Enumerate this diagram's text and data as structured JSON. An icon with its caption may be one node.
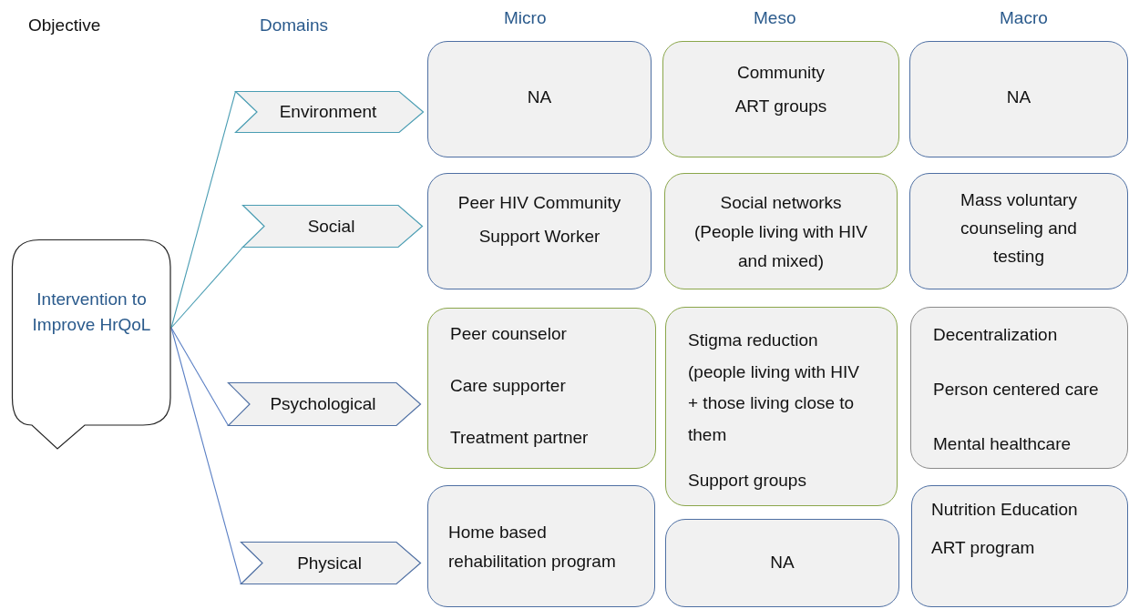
{
  "diagram": {
    "nodes": [
      {
        "text": [
          "Intervention to Improve HrQoL"
        ]
      },
      {
        "text": [
          "Environment"
        ]
      },
      {
        "text": [
          "Social"
        ]
      },
      {
        "text": [
          "Psychological"
        ]
      },
      {
        "text": [
          "Physical"
        ]
      },
      {
        "text": [
          "NA"
        ]
      },
      {
        "text": [
          "Community ART groups"
        ]
      },
      {
        "text": [
          "NA"
        ]
      },
      {
        "text": [
          "Peer HIV Community Support Worker"
        ]
      },
      {
        "text": [
          "Social networks",
          "(People living with HIV and mixed)"
        ]
      },
      {
        "text": [
          "Mass voluntary counseling and testing"
        ]
      },
      {
        "text": [
          "Peer counselor",
          "Care supporter",
          "Treatment partner"
        ]
      },
      {
        "text": [
          "Stigma reduction (people living with HIV + those living close to them",
          "Support groups"
        ]
      },
      {
        "text": [
          "Decentralization",
          "Person centered care",
          "Mental healthcare"
        ]
      },
      {
        "text": [
          "Home based rehabilitation program"
        ]
      },
      {
        "text": [
          "NA"
        ]
      },
      {
        "text": [
          "Nutrition Education",
          "ART program"
        ]
      }
    ],
    "edges": [
      {
        "from": 0,
        "to": 1,
        "arrow": "none",
        "color": "#4a9db3"
      },
      {
        "from": 0,
        "to": 2,
        "arrow": "none",
        "color": "#4a9db3"
      },
      {
        "from": 0,
        "to": 3,
        "arrow": "none",
        "color": "#5a7fc4"
      },
      {
        "from": 0,
        "to": 4,
        "arrow": "none",
        "color": "#5a7fc4"
      }
    ],
    "labels": [
      "Objective",
      "Domains",
      "Micro",
      "Meso",
      "Macro"
    ]
  }
}
